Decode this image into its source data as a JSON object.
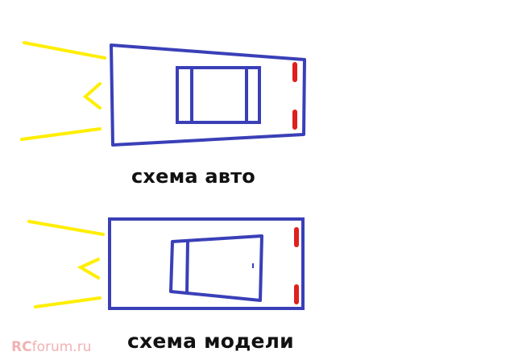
{
  "diagram_top": {
    "caption": "схема авто"
  },
  "diagram_bottom": {
    "caption": "схема модели"
  },
  "watermark": {
    "brand": "RC",
    "site": "forum.ru"
  },
  "colors": {
    "outline": "#3a3fb8",
    "headlight_beam": "#ffee00",
    "tail_light": "#e0201e",
    "text": "#111111",
    "watermark": "#f0b2b2"
  }
}
